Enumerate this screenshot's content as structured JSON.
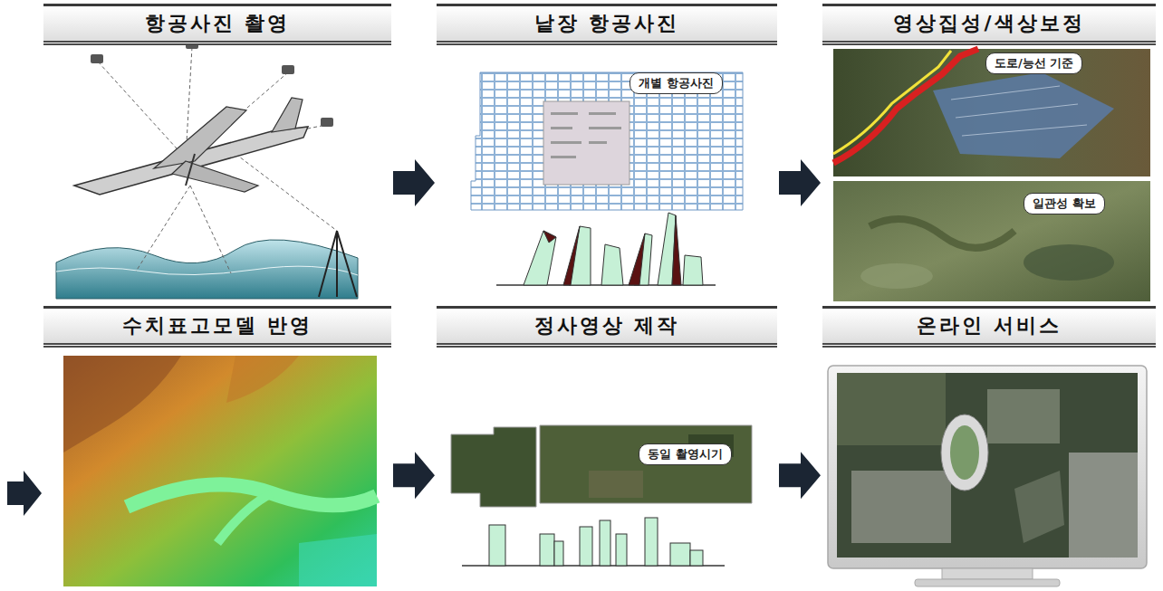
{
  "diagram": {
    "nodes": [
      {
        "text": [
          "항공사진 촬영"
        ]
      },
      {
        "text": [
          "낱장 항공사진"
        ]
      },
      {
        "text": [
          "개별 항공사진"
        ],
        "in": 1
      },
      {
        "text": [
          "영상집성/색상보정"
        ]
      },
      {
        "text": [
          "도로/능선 기준"
        ],
        "in": 3
      },
      {
        "text": [
          "일관성 확보"
        ],
        "in": 3
      },
      {
        "text": [
          "수치표고모델 반영"
        ]
      },
      {
        "text": [
          "정사영상 제작"
        ]
      },
      {
        "text": [
          "동일 촬영시기"
        ],
        "in": 7
      },
      {
        "text": [
          "온라인 서비스"
        ]
      }
    ],
    "edges": [
      {
        "from": 0,
        "to": 1,
        "arrow": "to"
      },
      {
        "from": 1,
        "to": 3,
        "arrow": "to"
      },
      {
        "from": 6,
        "to": 7,
        "arrow": "to"
      },
      {
        "from": 7,
        "to": 9,
        "arrow": "to"
      }
    ]
  }
}
